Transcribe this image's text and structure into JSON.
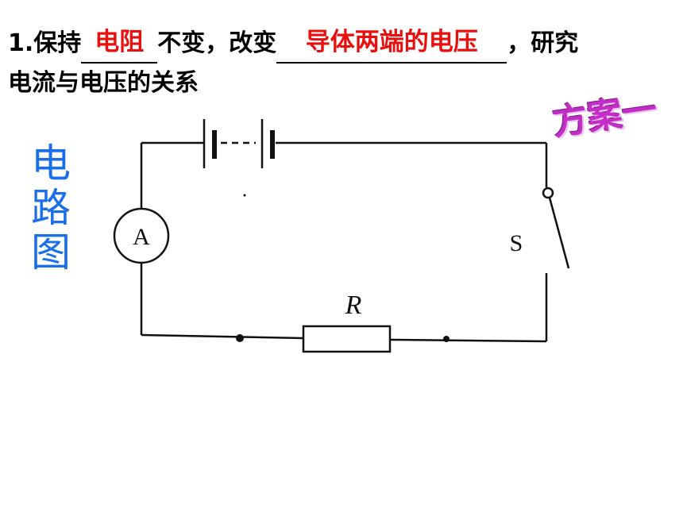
{
  "question": {
    "number": "1.",
    "p1": "保持",
    "blank1": "电阻",
    "p2": "不变，改变",
    "blank2": "导体两端的电压",
    "p3": "，研究",
    "p4": "电流与电压的关系"
  },
  "side_label": [
    "电",
    "路",
    "图"
  ],
  "scheme_label": "方案一",
  "circuit": {
    "ammeter": "A",
    "switch": "S",
    "resistor": "R"
  },
  "colors": {
    "answer": "#e8100e",
    "side_label": "#1a6fe8",
    "scheme": "#c32cc7"
  }
}
